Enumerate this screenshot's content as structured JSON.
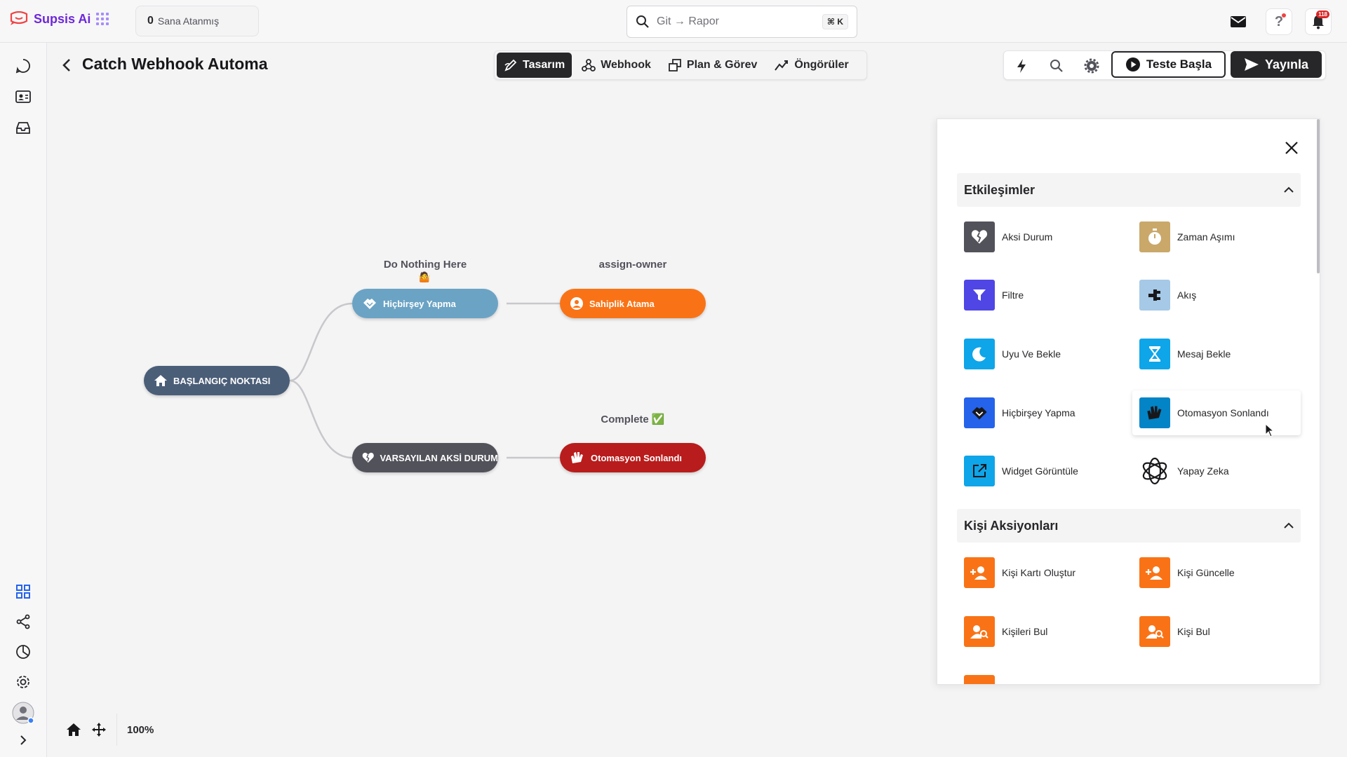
{
  "app": {
    "brand": "Supsis Ai",
    "assigned_count": "0",
    "assigned_label": "Sana Atanmış",
    "search_placeholder": "Git → Rapor",
    "search_shortcut": "⌘ K",
    "notification_count": "118"
  },
  "header": {
    "title": "Catch Webhook Automa",
    "tabs": [
      {
        "label": "Tasarım",
        "icon": "design-icon",
        "active": true
      },
      {
        "label": "Webhook",
        "icon": "webhook-icon",
        "active": false
      },
      {
        "label": "Plan & Görev",
        "icon": "plan-icon",
        "active": false
      },
      {
        "label": "Öngörüler",
        "icon": "insights-icon",
        "active": false
      }
    ],
    "test_button": "Teste Başla",
    "publish_button": "Yayınla"
  },
  "canvas": {
    "start_node": "BAŞLANGIÇ NOKTASI",
    "nodes": [
      {
        "label": "Hiçbirşey Yapma",
        "caption": "Do Nothing Here",
        "color": "#6ba3c4"
      },
      {
        "label": "Sahiplik Atama",
        "caption": "assign-owner",
        "color": "#f97316"
      },
      {
        "label": "VARSAYILAN AKSİ DURUM",
        "caption": "",
        "color": "#52525b"
      },
      {
        "label": "Otomasyon Sonlandı",
        "caption": "Complete ✅",
        "color": "#b91c1c"
      }
    ],
    "zoom": "100%"
  },
  "panel": {
    "sections": [
      {
        "title": "Etkileşimler",
        "items": [
          {
            "label": "Aksi Durum",
            "icon": "broken-heart-icon",
            "color": "#52525b"
          },
          {
            "label": "Zaman Aşımı",
            "icon": "stopwatch-icon",
            "color": "#c9a86a"
          },
          {
            "label": "Filtre",
            "icon": "filter-icon",
            "color": "#4f46e5"
          },
          {
            "label": "Akış",
            "icon": "flow-icon",
            "color": "#a5c9e6"
          },
          {
            "label": "Uyu Ve Bekle",
            "icon": "moon-icon",
            "color": "#0ea5e9"
          },
          {
            "label": "Mesaj Bekle",
            "icon": "hourglass-icon",
            "color": "#0ea5e9"
          },
          {
            "label": "Hiçbirşey Yapma",
            "icon": "handshake-icon",
            "color": "#2563eb"
          },
          {
            "label": "Otomasyon Sonlandı",
            "icon": "clap-icon",
            "color": "#0284c7"
          },
          {
            "label": "Widget Görüntüle",
            "icon": "external-link-icon",
            "color": "#0ea5e9"
          },
          {
            "label": "Yapay Zeka",
            "icon": "ai-icon",
            "color": "#18181b"
          }
        ]
      },
      {
        "title": "Kişi Aksiyonları",
        "items": [
          {
            "label": "Kişi Kartı Oluştur",
            "icon": "user-plus-icon",
            "color": "#f97316"
          },
          {
            "label": "Kişi Güncelle",
            "icon": "user-edit-icon",
            "color": "#f97316"
          },
          {
            "label": "Kişileri Bul",
            "icon": "user-search-icon",
            "color": "#f97316"
          },
          {
            "label": "Kişi Bul",
            "icon": "user-find-icon",
            "color": "#f97316"
          }
        ]
      }
    ]
  }
}
